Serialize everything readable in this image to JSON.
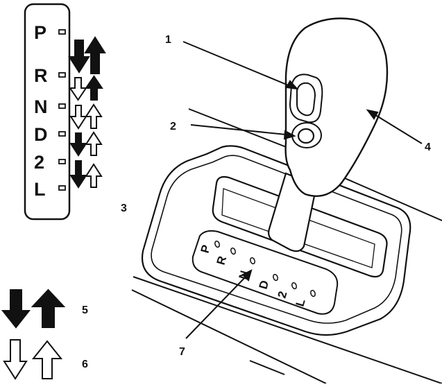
{
  "gate_positions": [
    "P",
    "R",
    "N",
    "D",
    "2",
    "L"
  ],
  "console_positions": [
    "P",
    "R",
    "N",
    "D",
    "2",
    "L"
  ],
  "callouts": {
    "c1": "1",
    "c2": "2",
    "c3": "3",
    "c4": "4",
    "c5": "5",
    "c6": "6",
    "c7": "7"
  },
  "gate_arrow_rows": [
    {
      "position": "P",
      "down": "solid",
      "up": "solid"
    },
    {
      "position": "R",
      "down": "outline",
      "up": "solid"
    },
    {
      "position": "N",
      "down": "outline",
      "up": "outline"
    },
    {
      "position": "D",
      "down": "solid",
      "up": "outline"
    },
    {
      "position": "2",
      "down": "solid",
      "up": "outline"
    },
    {
      "position": "L",
      "down": "none",
      "up": "none"
    }
  ],
  "legend": [
    {
      "callout": "5",
      "style": "solid"
    },
    {
      "callout": "6",
      "style": "outline"
    }
  ],
  "colors": {
    "ink": "#111111",
    "paper": "#ffffff"
  }
}
